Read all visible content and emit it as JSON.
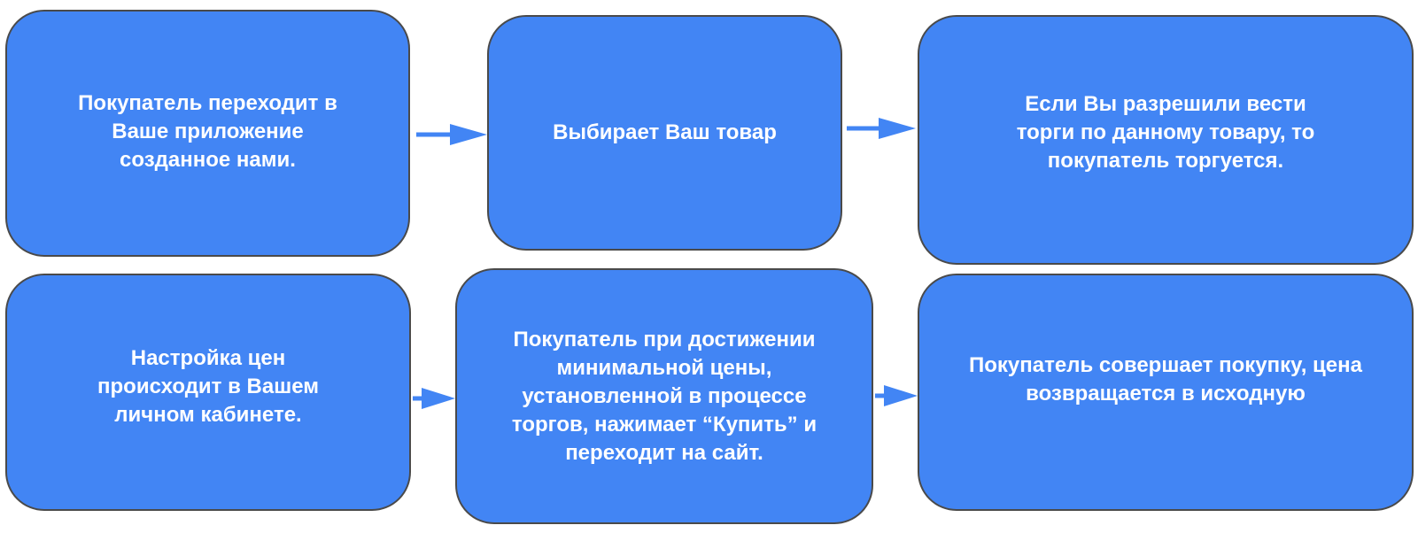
{
  "colors": {
    "node_fill": "#4285f4",
    "node_border": "#4a4a4a",
    "node_text": "#ffffff",
    "arrow": "#4285f4"
  },
  "nodes": [
    {
      "id": "n1",
      "text": "Покупатель переходит в\nВаше приложение\nсозданное нами."
    },
    {
      "id": "n2",
      "text": "Выбирает Ваш товар"
    },
    {
      "id": "n3",
      "text": "Если Вы разрешили вести\nторги по данному товару, то\nпокупатель торгуется."
    },
    {
      "id": "n4",
      "text": "Настройка цен\nпроисходит в Вашем\nличном кабинете."
    },
    {
      "id": "n5",
      "text": "Покупатель при достижении\nминимальной цены,\nустановленной в процессе\nторгов, нажимает “Купить” и\nпереходит на сайт."
    },
    {
      "id": "n6",
      "text": "Покупатель совершает покупку, цена\nвозвращается в исходную"
    }
  ],
  "edges": [
    {
      "from": "n1",
      "to": "n2"
    },
    {
      "from": "n2",
      "to": "n3"
    },
    {
      "from": "n4",
      "to": "n5"
    },
    {
      "from": "n5",
      "to": "n6"
    }
  ]
}
